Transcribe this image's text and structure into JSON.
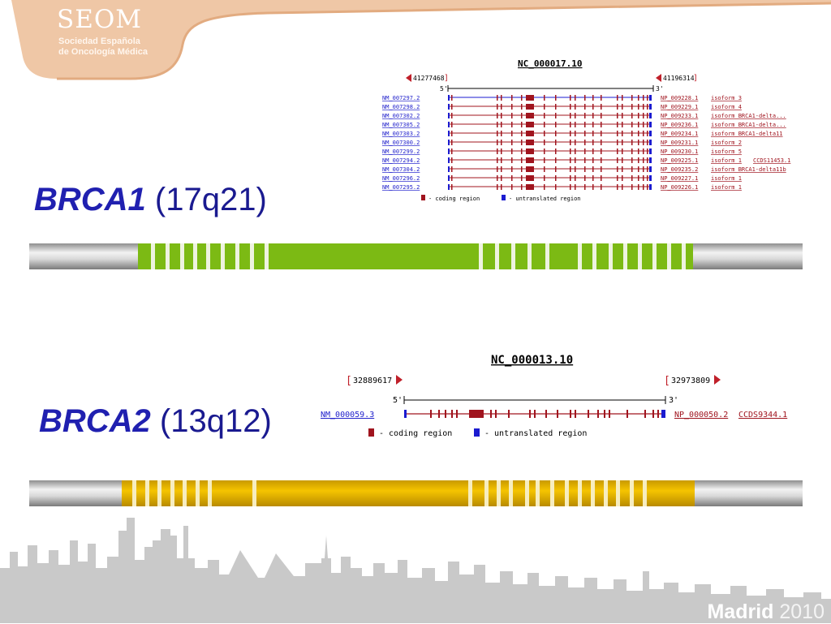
{
  "logo": {
    "title": "SEOM",
    "subtitle_1": "Sociedad Española",
    "subtitle_2": "de Oncología Médica",
    "city": "Madrid",
    "year": "2010"
  },
  "colors": {
    "banner": "#efc7a6",
    "title_blue": "#1a1a90",
    "link_blue": "#2222cc",
    "coding_red": "#a0141e",
    "utr_blue": "#1b1bd0",
    "brca1_green": "#7cba14",
    "brca2_gold": "#e8b400",
    "chrom_gray": "#bfbfbf",
    "skyline_gray": "#c9c9c9"
  },
  "brca1": {
    "gene": "BRCA1",
    "locus": "(17q21)",
    "contig": "NC_000017.10",
    "start_coord": "41277468",
    "end_coord": "41196314",
    "five_prime": "5'",
    "three_prime": "3'",
    "transcripts": [
      {
        "nm": "NM_007297.2",
        "np": "NP_009228.1",
        "isoform": "isoform 3",
        "ccds": ""
      },
      {
        "nm": "NM_007298.2",
        "np": "NP_009229.1",
        "isoform": "isoform 4",
        "ccds": ""
      },
      {
        "nm": "NM_007302.2",
        "np": "NP_009233.1",
        "isoform": "isoform BRCA1-delta...",
        "ccds": ""
      },
      {
        "nm": "NM_007305.2",
        "np": "NP_009236.1",
        "isoform": "isoform BRCA1-delta...",
        "ccds": ""
      },
      {
        "nm": "NM_007303.2",
        "np": "NP_009234.1",
        "isoform": "isoform BRCA1-delta11",
        "ccds": ""
      },
      {
        "nm": "NM_007300.2",
        "np": "NP_009231.1",
        "isoform": "isoform 2",
        "ccds": ""
      },
      {
        "nm": "NM_007299.2",
        "np": "NP_009230.1",
        "isoform": "isoform 5",
        "ccds": ""
      },
      {
        "nm": "NM_007294.2",
        "np": "NP_009225.1",
        "isoform": "isoform 1",
        "ccds": "CCDS11453.1"
      },
      {
        "nm": "NM_007304.2",
        "np": "NP_009235.2",
        "isoform": "isoform BRCA1-delta11b",
        "ccds": ""
      },
      {
        "nm": "NM_007296.2",
        "np": "NP_009227.1",
        "isoform": "isoform 1",
        "ccds": ""
      },
      {
        "nm": "NM_007295.2",
        "np": "NP_009226.1",
        "isoform": "isoform 1",
        "ccds": ""
      }
    ],
    "legend_coding": "- coding region",
    "legend_utr": "- untranslated region"
  },
  "brca2": {
    "gene": "BRCA2",
    "locus": "(13q12)",
    "contig": "NC_000013.10",
    "start_coord": "32889617",
    "end_coord": "32973809",
    "five_prime": "5'",
    "three_prime": "3'",
    "nm": "NM_000059.3",
    "np": "NP_000050.2",
    "ccds": "CCDS9344.1",
    "legend_coding": "- coding region",
    "legend_utr": "- untranslated region"
  }
}
